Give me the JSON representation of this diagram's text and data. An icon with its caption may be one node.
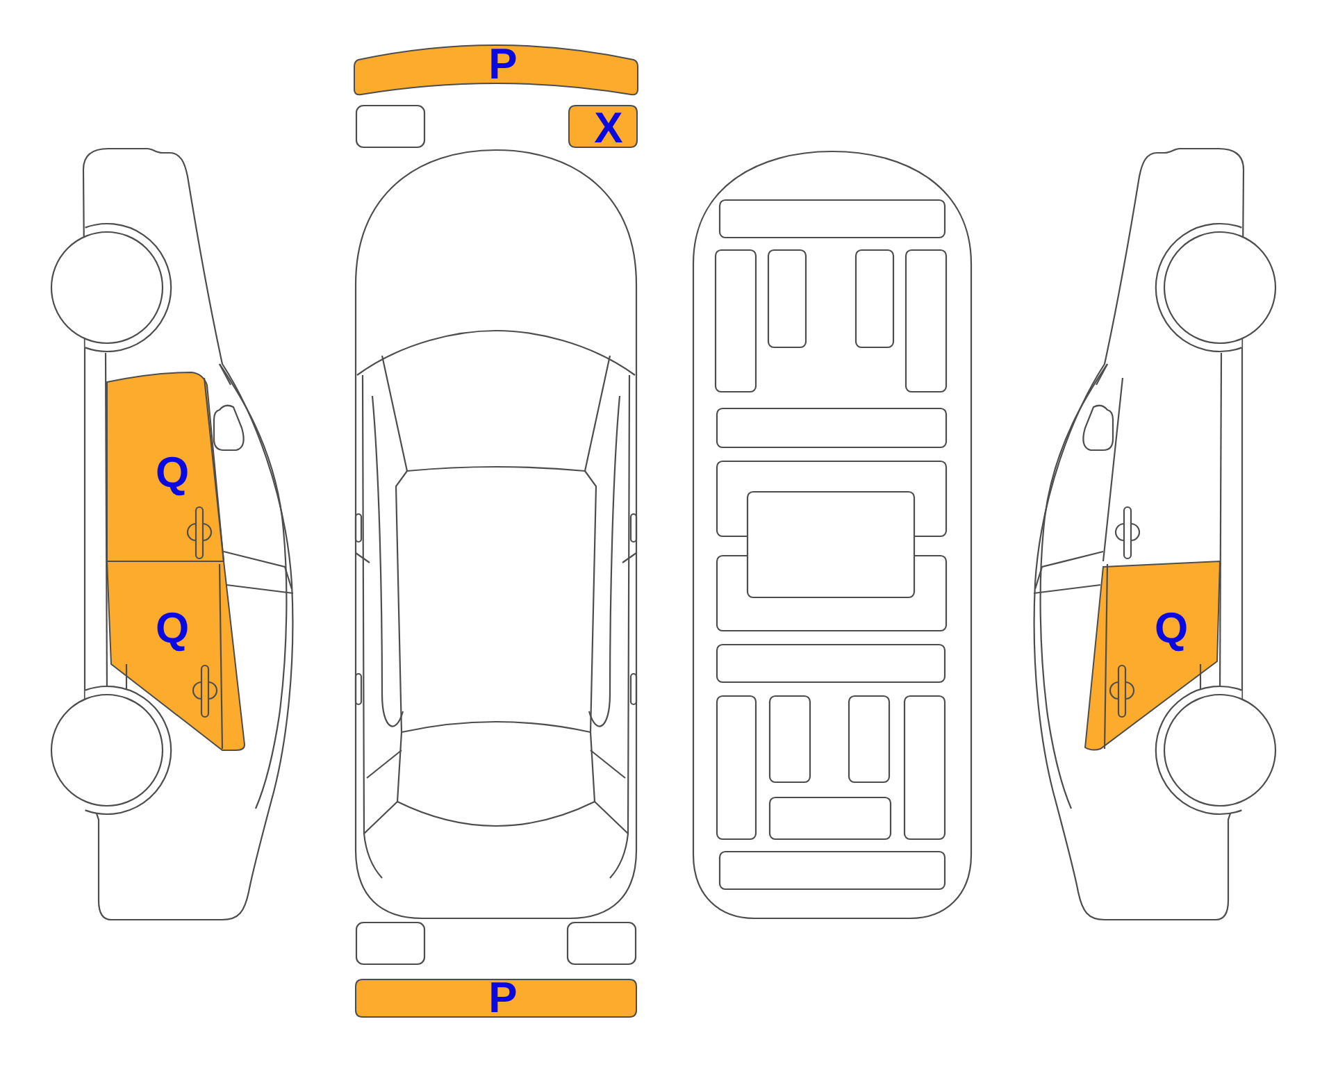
{
  "diagram": {
    "nodes": [
      {
        "text": [
          "P"
        ]
      },
      {
        "text": [
          "X"
        ]
      },
      {
        "text": [
          "Q"
        ]
      },
      {
        "text": [
          "Q"
        ]
      },
      {
        "text": [
          "Q"
        ]
      },
      {
        "text": [
          "P"
        ]
      }
    ]
  }
}
